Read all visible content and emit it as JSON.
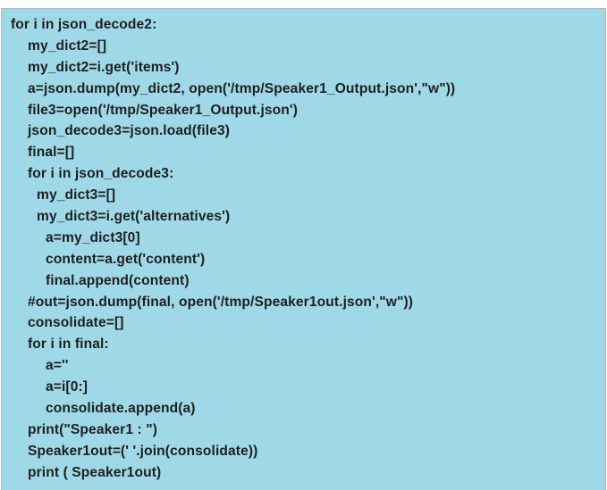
{
  "code": {
    "lines": [
      "for i in json_decode2:",
      "my_dict2=[]",
      "my_dict2=i.get('items')",
      "a=json.dump(my_dict2, open('/tmp/Speaker1_Output.json',\"w\"))",
      "file3=open('/tmp/Speaker1_Output.json')",
      "json_decode3=json.load(file3)",
      "final=[]",
      "for i in json_decode3:",
      "my_dict3=[]",
      "my_dict3=i.get('alternatives')",
      "a=my_dict3[0]",
      "content=a.get('content')",
      "final.append(content)",
      "#out=json.dump(final, open('/tmp/Speaker1out.json',\"w\"))",
      "consolidate=[]",
      "for i in final:",
      "a=''",
      "a=i[0:]",
      "consolidate.append(a)",
      "print(\"Speaker1 : \")",
      "Speaker1out=(' '.join(consolidate))",
      "print ( Speaker1out)"
    ]
  },
  "colors": {
    "panel_background": "#9fd9e8",
    "text": "#1f1f1f",
    "border": "#b9b9b9"
  }
}
